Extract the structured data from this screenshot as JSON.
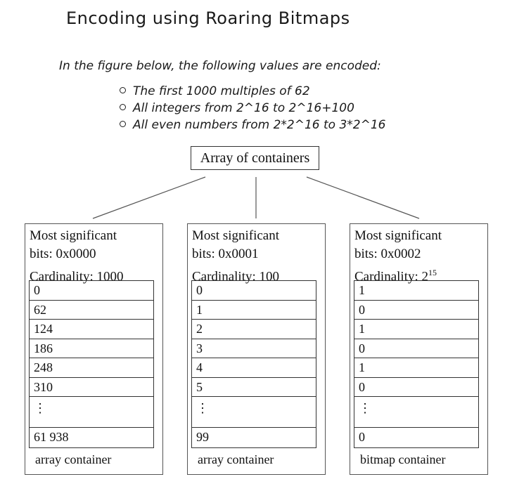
{
  "title": "Encoding using Roaring Bitmaps",
  "intro": "In the figure below, the following values are encoded:",
  "bullets": [
    "The first 1000 multiples of 62",
    "All integers from 2^16 to 2^16+100",
    "All even numbers from 2*2^16 to 3*2^16"
  ],
  "root": "Array of containers",
  "containers": [
    {
      "line1": "Most significant",
      "line2": "bits: 0x0000",
      "cardinality_label": "Cardinality: ",
      "cardinality_value": "1000",
      "cardinality_sup": "",
      "values_top": [
        "0",
        "62",
        "124",
        "186",
        "248",
        "310"
      ],
      "ellipsis": "⋮",
      "value_last": "61 938",
      "type": "array container"
    },
    {
      "line1": "Most significant",
      "line2": "bits: 0x0001",
      "cardinality_label": "Cardinality: ",
      "cardinality_value": "100",
      "cardinality_sup": "",
      "values_top": [
        "0",
        "1",
        "2",
        "3",
        "4",
        "5"
      ],
      "ellipsis": "⋮",
      "value_last": "99",
      "type": "array container"
    },
    {
      "line1": "Most significant",
      "line2": "bits: 0x0002",
      "cardinality_label": "Cardinality: ",
      "cardinality_value": "2",
      "cardinality_sup": "15",
      "values_top": [
        "1",
        "0",
        "1",
        "0",
        "1",
        "0"
      ],
      "ellipsis": "⋮",
      "value_last": "0",
      "type": "bitmap container"
    }
  ]
}
